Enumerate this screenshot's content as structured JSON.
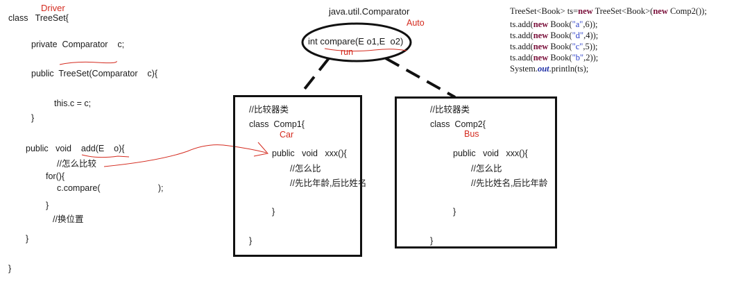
{
  "left_code": {
    "driver_label": "Driver",
    "lines": [
      "class   TreeSet{",
      "private  Comparator    c;",
      "public  TreeSet(Comparator    c){",
      "this.c = c;",
      "}",
      "public   void    add(E    o){",
      "//怎么比较",
      "for(){",
      "c.compare(                        );",
      "}",
      "//换位置",
      "}",
      "}"
    ]
  },
  "interface": {
    "title": "java.util.Comparator",
    "auto_label": "Auto",
    "method": "int compare(E o1,E  o2)",
    "run_label": "run"
  },
  "comp1": {
    "comment": "//比较器类",
    "class_line": "class  Comp1{",
    "car_label": "Car",
    "method": "public   void   xxx(){",
    "body1": "//怎么比",
    "body2": "//先比年龄,后比姓名",
    "close_inner": "}",
    "close_outer": "}"
  },
  "comp2": {
    "comment": "//比较器类",
    "class_line": "class  Comp2{",
    "bus_label": "Bus",
    "method": "public   void   xxx(){",
    "body1": "//怎么比",
    "body2": "//先比姓名,后比年龄",
    "close_inner": "}",
    "close_outer": "}"
  },
  "right_code": {
    "line1_a": "TreeSet<Book> ts=",
    "line1_new1": "new",
    "line1_b": " TreeSet<Book>(",
    "line1_new2": "new",
    "line1_c": " Comp2());",
    "adds": [
      {
        "a": "ts.add(",
        "kw": "new",
        "b": " Book(",
        "s": "\"a\"",
        "c": ",6));"
      },
      {
        "a": "ts.add(",
        "kw": "new",
        "b": " Book(",
        "s": "\"d\"",
        "c": ",4));"
      },
      {
        "a": "ts.add(",
        "kw": "new",
        "b": " Book(",
        "s": "\"c\"",
        "c": ",5));"
      },
      {
        "a": "ts.add(",
        "kw": "new",
        "b": " Book(",
        "s": "\"b\"",
        "c": ",2));"
      }
    ],
    "print_a": "System.",
    "print_out": "out",
    "print_b": ".println(ts);"
  },
  "colors": {
    "annotation": "#d42a1e",
    "ink": "#111111",
    "keyword": "#7a0f3a",
    "string": "#2a3dc8"
  }
}
